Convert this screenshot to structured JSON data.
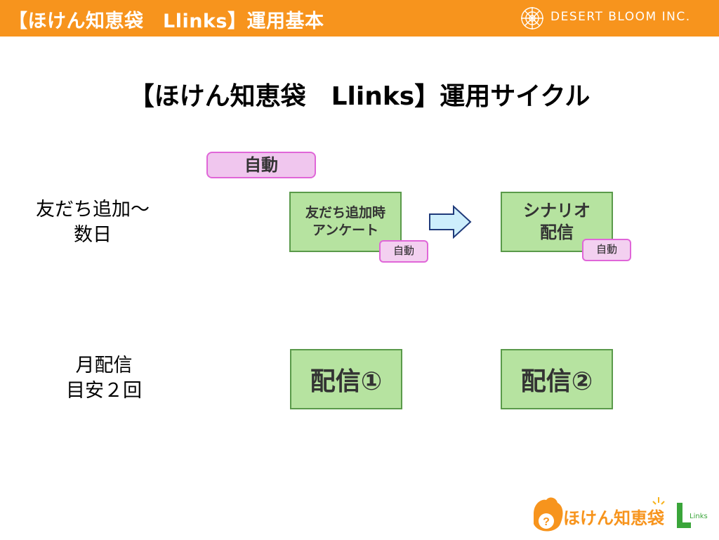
{
  "header": {
    "title": "【ほけん知恵袋　Llinks】運用基本",
    "company": "DESERT BLOOM INC."
  },
  "slide": {
    "title": "【ほけん知恵袋　Llinks】運用サイクル",
    "auto_pill": "自動",
    "row1_label": [
      "友だち追加～",
      "数日"
    ],
    "row2_label": [
      "月配信",
      "目安２回"
    ],
    "box_survey": [
      "友だち追加時",
      "アンケート"
    ],
    "box_scenario": [
      "シナリオ",
      "配信"
    ],
    "auto_small_1": "自動",
    "auto_small_2": "自動",
    "box_delivery1": "配信①",
    "box_delivery2": "配信②"
  },
  "logo": {
    "text": "ほけん知恵袋",
    "links": "Links",
    "brand_color": "#f7941d"
  },
  "colors": {
    "header": "#f7941d",
    "box_fill": "#b6e3a0",
    "box_border": "#5a9a4a",
    "pill_fill": "#f0c6ee",
    "pill_border": "#e066d8",
    "arrow_fill": "#cdeefc",
    "arrow_border": "#1f3a7a"
  }
}
